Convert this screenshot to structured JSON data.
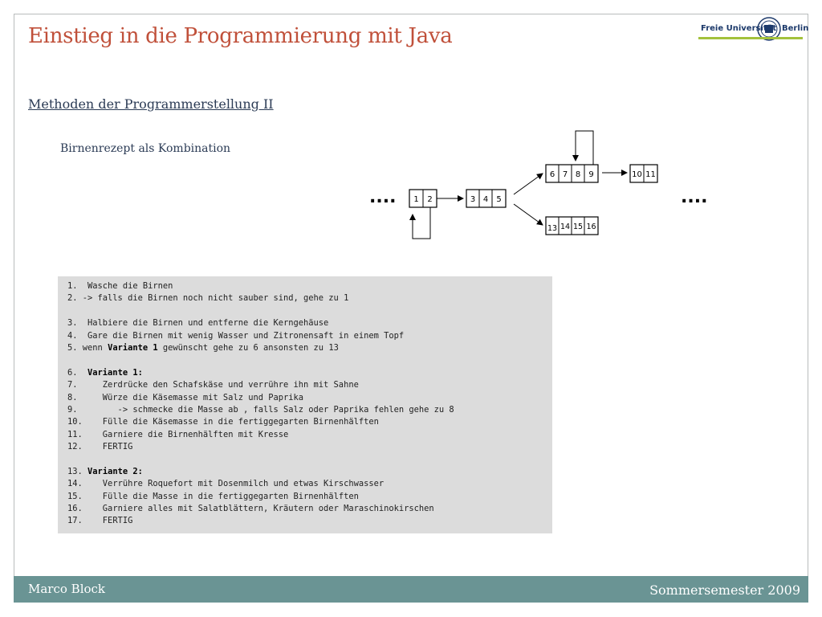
{
  "slide": {
    "title": "Einstieg in die Programmierung mit Java",
    "subtitle": "Methoden der Programmerstellung II",
    "caption": "Birnenrezept als Kombination"
  },
  "logo": {
    "left_text": "Freie Universität",
    "right_text": "Berlin",
    "accent_color": "#a3c23c",
    "icon": "seal-icon"
  },
  "diagram": {
    "ellipsis_left": "....",
    "ellipsis_right": "....",
    "box_a": [
      "1",
      "2"
    ],
    "box_b": [
      "3",
      "4",
      "5"
    ],
    "box_c": [
      "6",
      "7",
      "8",
      "9"
    ],
    "box_d": [
      "10",
      "11"
    ],
    "box_e": [
      "13",
      "14",
      "15",
      "16"
    ]
  },
  "code": {
    "lines": [
      {
        "num": "1.",
        "pre": "  Wasche die Birnen",
        "bold": "",
        "post": ""
      },
      {
        "num": "2.",
        "pre": " -> falls die Birnen noch nicht sauber sind, gehe zu 1",
        "bold": "",
        "post": ""
      },
      {
        "num": "",
        "pre": "",
        "bold": "",
        "post": ""
      },
      {
        "num": "3.",
        "pre": "  Halbiere die Birnen und entferne die Kerngehäuse",
        "bold": "",
        "post": ""
      },
      {
        "num": "4.",
        "pre": "  Gare die Birnen mit wenig Wasser und Zitronensaft in einem Topf",
        "bold": "",
        "post": ""
      },
      {
        "num": "5.",
        "pre": " wenn ",
        "bold": "Variante 1",
        "post": " gewünscht gehe zu 6 ansonsten zu 13"
      },
      {
        "num": "",
        "pre": "",
        "bold": "",
        "post": ""
      },
      {
        "num": "6.",
        "pre": "  ",
        "bold": "Variante 1:",
        "post": ""
      },
      {
        "num": "7.",
        "pre": "     Zerdrücke den Schafskäse und verrühre ihn mit Sahne",
        "bold": "",
        "post": ""
      },
      {
        "num": "8.",
        "pre": "     Würze die Käsemasse mit Salz und Paprika",
        "bold": "",
        "post": ""
      },
      {
        "num": "9.",
        "pre": "        -> schmecke die Masse ab , falls Salz oder Paprika fehlen gehe zu 8",
        "bold": "",
        "post": ""
      },
      {
        "num": "10.",
        "pre": "    Fülle die Käsemasse in die fertiggegarten Birnenhälften",
        "bold": "",
        "post": ""
      },
      {
        "num": "11.",
        "pre": "    Garniere die Birnenhälften mit Kresse",
        "bold": "",
        "post": ""
      },
      {
        "num": "12.",
        "pre": "    FERTIG",
        "bold": "",
        "post": ""
      },
      {
        "num": "",
        "pre": "",
        "bold": "",
        "post": ""
      },
      {
        "num": "13.",
        "pre": " ",
        "bold": "Variante 2:",
        "post": ""
      },
      {
        "num": "14.",
        "pre": "    Verrühre Roquefort mit Dosenmilch und etwas Kirschwasser",
        "bold": "",
        "post": ""
      },
      {
        "num": "15.",
        "pre": "    Fülle die Masse in die fertiggegarten Birnenhälften",
        "bold": "",
        "post": ""
      },
      {
        "num": "16.",
        "pre": "    Garniere alles mit Salatblättern, Kräutern oder Maraschinokirschen",
        "bold": "",
        "post": ""
      },
      {
        "num": "17.",
        "pre": "    FERTIG",
        "bold": "",
        "post": ""
      }
    ]
  },
  "footer": {
    "author": "Marco Block",
    "semester": "Sommersemester 2009",
    "color": "#6a9494"
  }
}
